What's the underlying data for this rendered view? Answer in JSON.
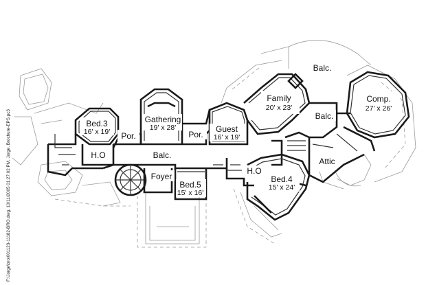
{
  "side_note": "F:\\Jorge\\bro\\001123-11182-BRO.dwg, 10/11/2005 01:27:02 PM, Jorge, Brochure-EPS.pc3",
  "rooms": {
    "balc_top": {
      "name": "Balc."
    },
    "family": {
      "name": "Family",
      "dim": "20' x 23'"
    },
    "comp": {
      "name": "Comp.",
      "dim": "27' x 26'"
    },
    "balc_right": {
      "name": "Balc."
    },
    "gathering": {
      "name": "Gathering",
      "dim": "19' x 28'"
    },
    "bed3": {
      "name": "Bed.3",
      "dim": "16' x 19'"
    },
    "por_left": {
      "name": "Por."
    },
    "por_mid": {
      "name": "Por."
    },
    "guest": {
      "name": "Guest",
      "dim": "16' x 19'"
    },
    "ho_left": {
      "name": "H.O"
    },
    "balc_center": {
      "name": "Balc."
    },
    "attic": {
      "name": "Attic"
    },
    "foyer": {
      "name": "Foyer"
    },
    "ho_mid": {
      "name": "H.O"
    },
    "bed4": {
      "name": "Bed.4",
      "dim": "15' x 24'"
    },
    "bed5": {
      "name": "Bed.5",
      "dim": "15' x 16'"
    }
  },
  "colors": {
    "wall": "#1a1a1a",
    "ghost": "#9a9a9a",
    "background": "#ffffff"
  }
}
